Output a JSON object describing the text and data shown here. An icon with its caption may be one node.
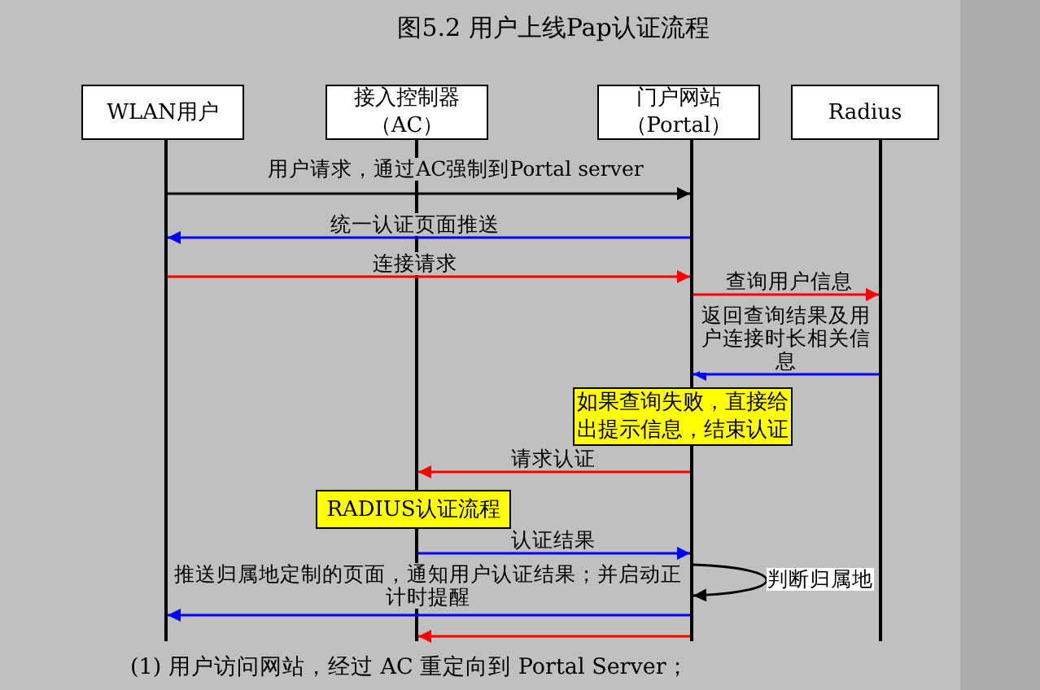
{
  "diagram": {
    "title": "图5.2 用户上线Pap认证流程",
    "nodes": [
      {
        "text": [
          "WLAN用户"
        ]
      },
      {
        "text": [
          "接入控制器（AC）"
        ]
      },
      {
        "text": [
          "门户网站（Portal）"
        ]
      },
      {
        "text": [
          "Radius"
        ]
      },
      {
        "text": [],
        "shape": "bar"
      },
      {
        "text": [],
        "shape": "bar"
      },
      {
        "text": [],
        "shape": "bar"
      },
      {
        "text": [],
        "shape": "bar"
      },
      {
        "text": [
          "如果查询失败，直接给出提示信息，结束认证"
        ]
      },
      {
        "text": [
          "RADIUS认证流程"
        ]
      }
    ],
    "edges": [
      {
        "from": 4,
        "to": 6,
        "arrow": "to",
        "label": "用户请求，通过AC强制到Portal server",
        "color": "#000000"
      },
      {
        "from": 6,
        "to": 4,
        "arrow": "to",
        "label": "统一认证页面推送",
        "color": "#0000ff"
      },
      {
        "from": 4,
        "to": 6,
        "arrow": "to",
        "label": "连接请求",
        "color": "#ff0000"
      },
      {
        "from": 6,
        "to": 7,
        "arrow": "to",
        "label": "查询用户信息",
        "color": "#ff0000"
      },
      {
        "from": 7,
        "to": 6,
        "arrow": "to",
        "label": "返回查询结果及用户连接时长相关信息",
        "color": "#0000ff"
      },
      {
        "from": 6,
        "to": 5,
        "arrow": "to",
        "label": "请求认证",
        "color": "#ff0000"
      },
      {
        "from": 5,
        "to": 6,
        "arrow": "to",
        "label": "认证结果",
        "color": "#0000ff"
      },
      {
        "from": 6,
        "to": 6,
        "arrow": "to",
        "label": "判断归属地",
        "color": "#000000"
      },
      {
        "from": 6,
        "to": 4,
        "arrow": "to",
        "label": "推送归属地定制的页面，通知用户认证结果；并启动正计时提醒",
        "color": "#0000ff"
      },
      {
        "from": 6,
        "to": 5,
        "arrow": "to",
        "color": "#ff0000"
      }
    ],
    "labels": [
      "(1) 用户访问网站，经过 AC 重定向到 Portal Server；"
    ]
  }
}
